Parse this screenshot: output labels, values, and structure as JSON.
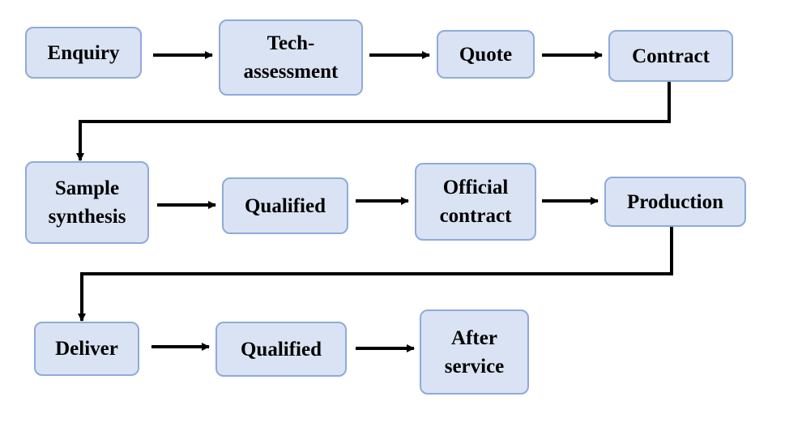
{
  "colors": {
    "node_fill": "#dae3f3",
    "node_border": "#8faadc",
    "connector": "#000000"
  },
  "nodes": [
    {
      "id": "enquiry",
      "label": "Enquiry"
    },
    {
      "id": "tech-assessment",
      "label": "Tech-\nassessment"
    },
    {
      "id": "quote",
      "label": "Quote"
    },
    {
      "id": "contract",
      "label": "Contract"
    },
    {
      "id": "sample-synthesis",
      "label": "Sample\nsynthesis"
    },
    {
      "id": "qualified-1",
      "label": "Qualified"
    },
    {
      "id": "official-contract",
      "label": "Official\ncontract"
    },
    {
      "id": "production",
      "label": "Production"
    },
    {
      "id": "deliver",
      "label": "Deliver"
    },
    {
      "id": "qualified-2",
      "label": "Qualified"
    },
    {
      "id": "after-service",
      "label": "After\nservice"
    }
  ],
  "edges": [
    {
      "from": "enquiry",
      "to": "tech-assessment"
    },
    {
      "from": "tech-assessment",
      "to": "quote"
    },
    {
      "from": "quote",
      "to": "contract"
    },
    {
      "from": "contract",
      "to": "sample-synthesis"
    },
    {
      "from": "sample-synthesis",
      "to": "qualified-1"
    },
    {
      "from": "qualified-1",
      "to": "official-contract"
    },
    {
      "from": "official-contract",
      "to": "production"
    },
    {
      "from": "production",
      "to": "deliver"
    },
    {
      "from": "deliver",
      "to": "qualified-2"
    },
    {
      "from": "qualified-2",
      "to": "after-service"
    }
  ]
}
